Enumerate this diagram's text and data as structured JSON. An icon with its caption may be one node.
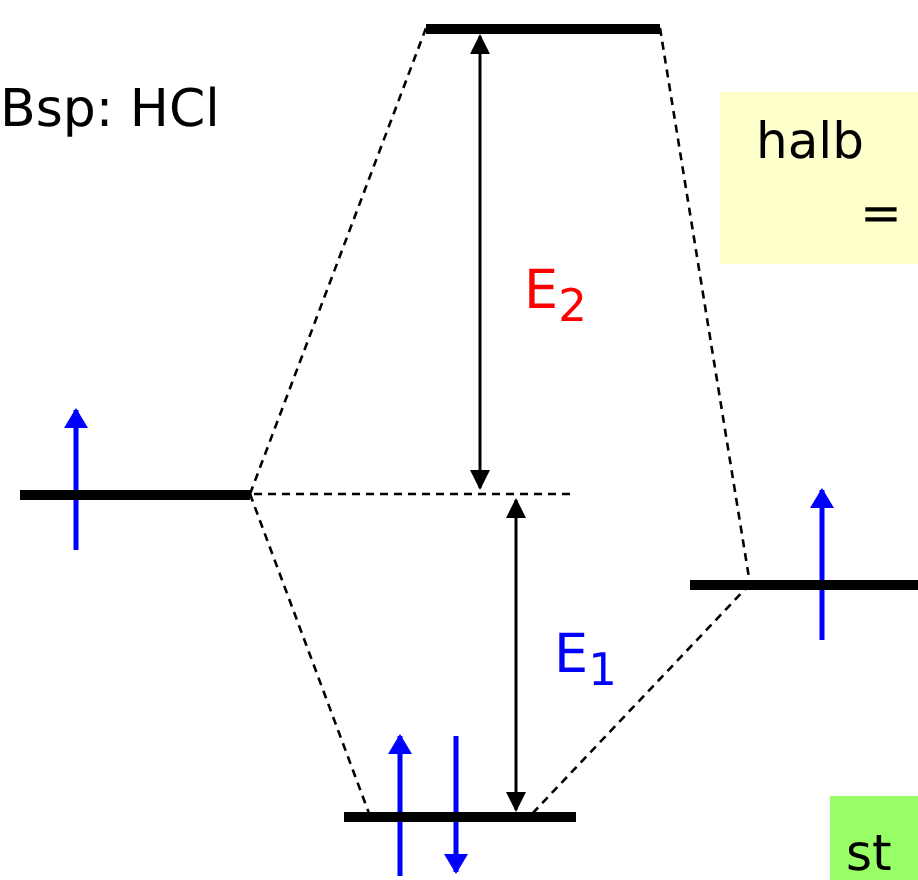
{
  "diagram": {
    "nodes": [
      {
        "text": [],
        "shape": "bar"
      },
      {
        "text": [],
        "shape": "bar"
      },
      {
        "text": [],
        "shape": "bar"
      },
      {
        "text": [],
        "shape": "bar"
      },
      {
        "text": [
          "halb",
          "="
        ]
      },
      {
        "text": [
          "st"
        ]
      }
    ],
    "edges": [
      {
        "from": 1,
        "to": 0,
        "arrow": "none",
        "style": "dashed"
      },
      {
        "from": 0,
        "to": 3,
        "arrow": "none",
        "style": "dashed"
      },
      {
        "from": 1,
        "to": 2,
        "arrow": "none",
        "style": "dashed"
      },
      {
        "from": 3,
        "to": 2,
        "arrow": "none",
        "style": "dashed"
      }
    ],
    "labels": [
      "Bsp: HCl",
      "E$_{2}$",
      "E$_{1}$"
    ]
  }
}
